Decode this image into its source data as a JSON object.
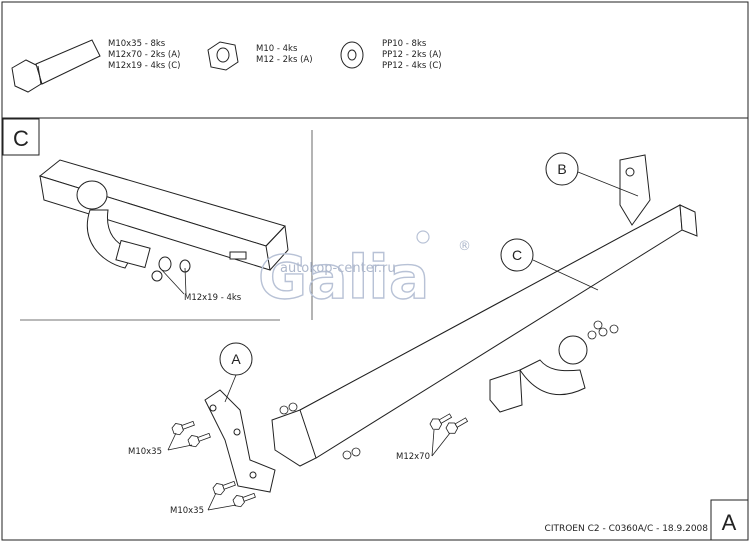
{
  "parts_box": {
    "bolts": [
      "M10x35 - 8ks",
      "M12x70 - 2ks (A)",
      "M12x19 - 4ks (C)"
    ],
    "nuts": [
      "M10 - 4ks",
      "M12 - 2ks (A)"
    ],
    "washers": [
      "PP10 - 8ks",
      "PP12 - 2ks (A)",
      "PP12 - 4ks (C)"
    ]
  },
  "detail": {
    "letter": "C",
    "bolt_label": "M12x19 - 4ks"
  },
  "callouts": {
    "a": "A",
    "b": "B",
    "c": "C"
  },
  "main_labels": {
    "bolts_upper_left": "M10x35",
    "bolts_lower_left": "M10x35",
    "bolts_center": "M12x70"
  },
  "watermark": {
    "logo": "Galia",
    "registered": "®",
    "site": "autokop-center.ru"
  },
  "footer": {
    "caption": "CITROEN C2 - C0360A/C - 18.9.2008",
    "sheet_letter": "A"
  }
}
